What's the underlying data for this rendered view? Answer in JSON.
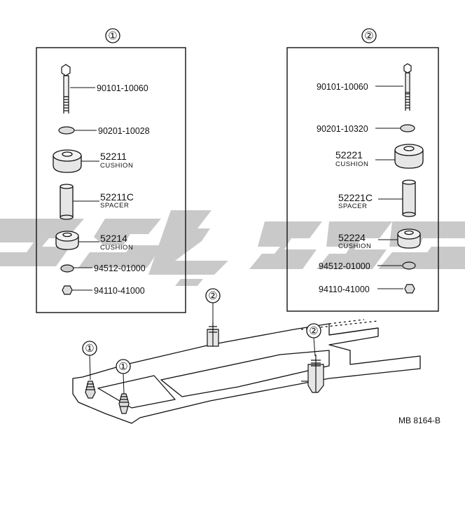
{
  "panels": [
    {
      "callout": "①",
      "parts": [
        {
          "number": "90101-10060",
          "desc": ""
        },
        {
          "number": "90201-10028",
          "desc": ""
        },
        {
          "number": "52211",
          "desc": "CUSHION"
        },
        {
          "number": "52211C",
          "desc": "SPACER"
        },
        {
          "number": "52214",
          "desc": "CUSHION"
        },
        {
          "number": "94512-01000",
          "desc": ""
        },
        {
          "number": "94110-41000",
          "desc": ""
        }
      ]
    },
    {
      "callout": "②",
      "parts": [
        {
          "number": "90101-10060",
          "desc": ""
        },
        {
          "number": "90201-10320",
          "desc": ""
        },
        {
          "number": "52221",
          "desc": "CUSHION"
        },
        {
          "number": "52221C",
          "desc": "SPACER"
        },
        {
          "number": "52224",
          "desc": "CUSHION"
        },
        {
          "number": "94512-01000",
          "desc": ""
        },
        {
          "number": "94110-41000",
          "desc": ""
        }
      ]
    }
  ],
  "frame_callouts": [
    "②",
    "②",
    "①",
    "①"
  ],
  "reference": "MB 8164-B",
  "colors": {
    "line": "#111111",
    "watermark": "#c8c8c8",
    "part_fill": "#e6e6e6"
  }
}
